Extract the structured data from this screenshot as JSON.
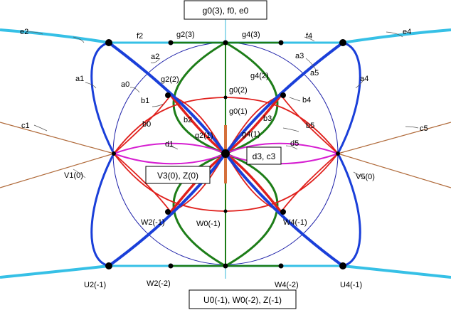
{
  "boxes": {
    "top": "g0(3), f0, e0",
    "mid": "d3, c3",
    "v3": "V3(0), Z(0)",
    "bottom": "U0(-1), W0(-2), Z(-1)"
  },
  "labels": {
    "e2": "e2",
    "e4": "e4",
    "f2": "f2",
    "f4": "f4",
    "g2_3": "g2(3)",
    "g4_3": "g4(3)",
    "a0": "a0",
    "a1": "a1",
    "a2": "a2",
    "a3": "a3",
    "a4": "a4",
    "a5": "a5",
    "g2_2": "g2(2)",
    "g4_2": "g4(2)",
    "g0_2": "g0(2)",
    "g0_1": "g0(1)",
    "b0": "b0",
    "b1": "b1",
    "b2": "b2",
    "b3": "b3",
    "b4": "b4",
    "b5": "b5",
    "g2_1": "g2(1)",
    "g4_1": "g4(1)",
    "c1": "c1",
    "c5": "c5",
    "d1": "d1",
    "d5": "d5",
    "V1": "V1(0)",
    "V5": "V5(0)",
    "W2_1": "W2(-1)",
    "W0_1": "W0(-1)",
    "W4_1": "W4(-1)",
    "U2": "U2(-1)",
    "W2_2": "W2(-2)",
    "W4_2": "W4(-2)",
    "U4": "U4(-1)"
  },
  "colors": {
    "cyan": "#36c0e6",
    "blue": "#1a3fd9",
    "navy": "#1c1fa8",
    "green": "#1d7d18",
    "red": "#e0201c",
    "magenta": "#d61fd1",
    "brown": "#b06a3a",
    "orange": "#d5703b",
    "axis": "#33b7d8"
  }
}
